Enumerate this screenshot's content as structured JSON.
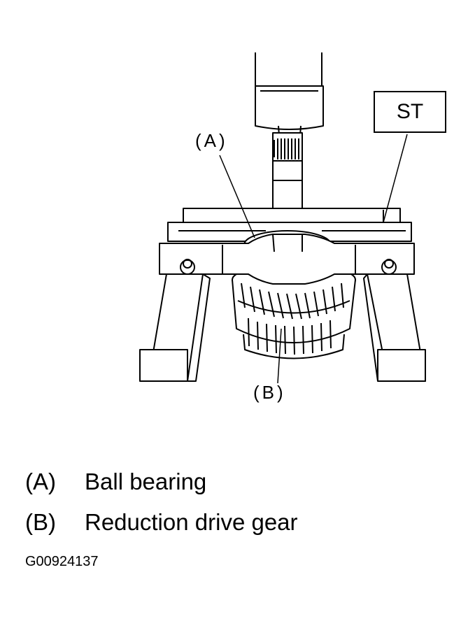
{
  "callouts": {
    "a": "(A)",
    "b": "(B)",
    "st": "ST"
  },
  "legend": [
    {
      "key": "(A)",
      "text": "Ball bearing"
    },
    {
      "key": "(B)",
      "text": "Reduction drive gear"
    }
  ],
  "figure_id": "G00924137"
}
